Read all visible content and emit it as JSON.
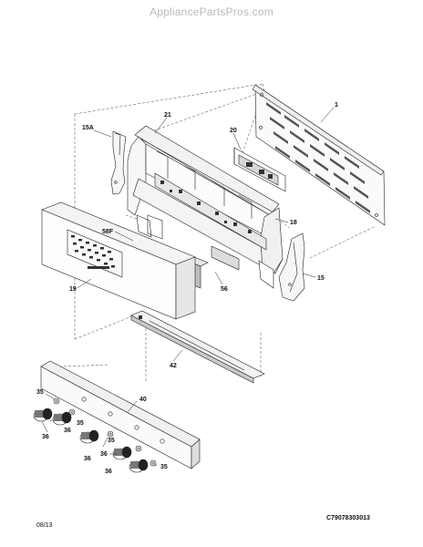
{
  "watermark": "AppliancePartsPros.com",
  "diagram_code": "C79078303013",
  "date_code": "08/13",
  "callouts": {
    "c1": "1",
    "c15a": "15A",
    "c21": "21",
    "c20": "20",
    "c18": "18",
    "c58f": "58F",
    "c19": "19",
    "c56": "56",
    "c15": "15",
    "c42": "42",
    "c40": "40",
    "c35": "35",
    "c36": "36"
  },
  "colors": {
    "line": "#222222",
    "fill_light": "#f3f3f3",
    "fill_mid": "#d9d9d9",
    "fill_dark": "#555555"
  },
  "icons": {
    "knob": "knob-icon",
    "clip": "clip-icon"
  }
}
